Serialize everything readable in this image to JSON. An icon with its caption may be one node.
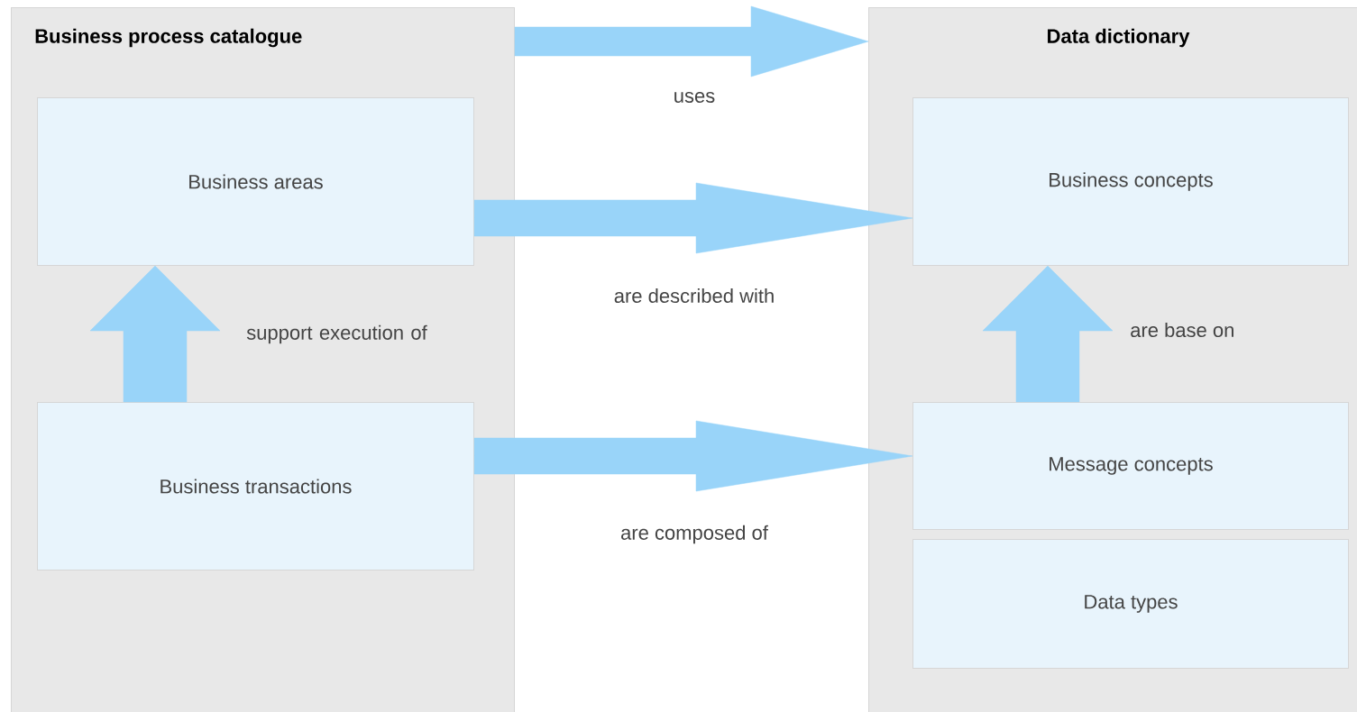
{
  "diagram": {
    "nodes": [
      {
        "text": [
          "Business process catalogue"
        ]
      },
      {
        "text": [
          "Business areas"
        ],
        "in": 0
      },
      {
        "text": [
          "Business transactions"
        ],
        "in": 0
      },
      {
        "text": [
          "Data dictionary"
        ]
      },
      {
        "text": [
          "Business concepts"
        ],
        "in": 3
      },
      {
        "text": [
          "Message concepts"
        ],
        "in": 3
      },
      {
        "text": [
          "Data types"
        ],
        "in": 3
      }
    ],
    "edges": [
      {
        "from": 0,
        "to": 3,
        "arrow": "to",
        "label": "uses"
      },
      {
        "from": 1,
        "to": 4,
        "arrow": "to",
        "label": "are described with"
      },
      {
        "from": 2,
        "to": 1,
        "arrow": "to",
        "label": "support execution of"
      },
      {
        "from": 2,
        "to": 5,
        "arrow": "to",
        "label": "are composed of"
      },
      {
        "from": 5,
        "to": 4,
        "arrow": "to",
        "label": "are base on"
      }
    ]
  }
}
